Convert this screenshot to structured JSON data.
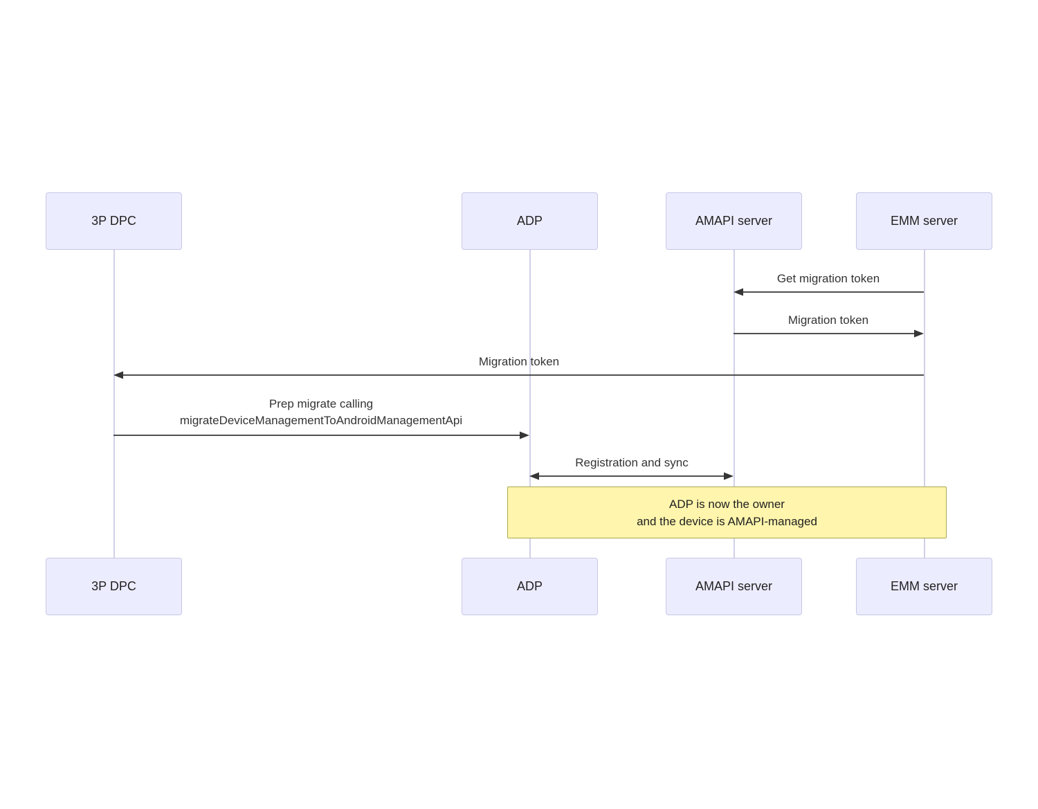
{
  "diagram": {
    "actors": [
      {
        "label": "3P DPC"
      },
      {
        "label": "ADP"
      },
      {
        "label": "AMAPI server"
      },
      {
        "label": "EMM server"
      }
    ],
    "messages": [
      {
        "label": "Get migration token",
        "from": "EMM server",
        "to": "AMAPI server",
        "direction": "left"
      },
      {
        "label": "Migration token",
        "from": "AMAPI server",
        "to": "EMM server",
        "direction": "right"
      },
      {
        "label": "Migration token",
        "from": "EMM server",
        "to": "3P DPC",
        "direction": "left"
      },
      {
        "label": "Prep migrate calling\nmigrateDeviceManagementToAndroidManagementApi",
        "from": "3P DPC",
        "to": "ADP",
        "direction": "right"
      },
      {
        "label": "Registration and sync",
        "from": "ADP",
        "to": "AMAPI server",
        "direction": "both"
      }
    ],
    "note": {
      "text": "ADP is now the owner\nand the device is AMAPI-managed"
    },
    "colors": {
      "actor_fill": "#ececff",
      "actor_border": "#c6c6e8",
      "lifeline": "#d0d0e8",
      "arrow": "#363636",
      "note_fill": "#fff5ad",
      "note_border": "#a8a84f",
      "text": "#333333"
    }
  }
}
